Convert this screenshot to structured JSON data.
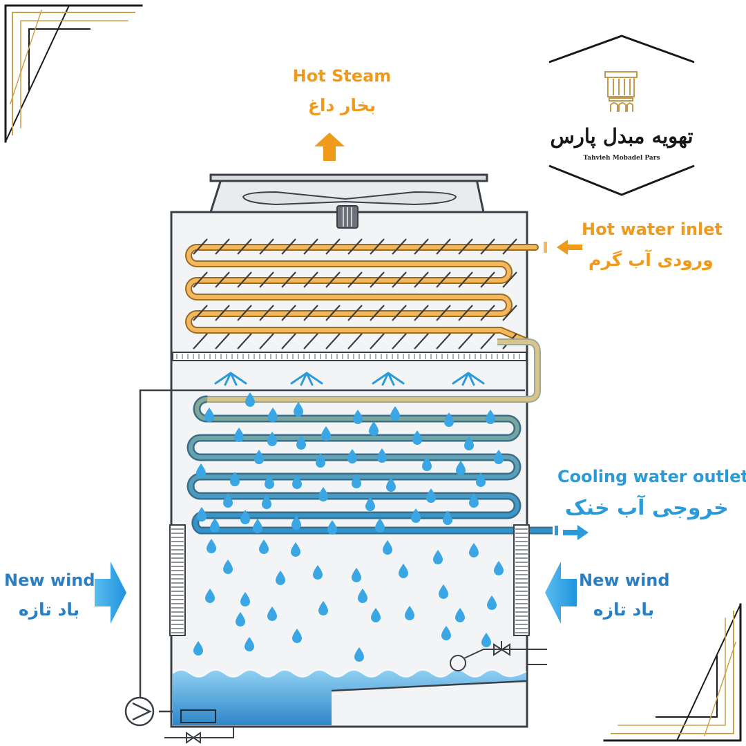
{
  "labels": {
    "hot_steam_en": "Hot Steam",
    "hot_steam_fa": "بخار داغ",
    "hot_water_inlet_en": "Hot water inlet",
    "hot_water_inlet_fa": "ورودی آب گرم",
    "cooling_water_outlet_en": "Cooling water outlet",
    "cooling_water_outlet_fa": "خروجی آب خنک",
    "new_wind_left_en": "New wind",
    "new_wind_left_fa": "باد تازه",
    "new_wind_right_en": "New wind",
    "new_wind_right_fa": "باد تازه"
  },
  "logo": {
    "name_fa": "تهویه مبدل پارس",
    "name_en": "Tahvieh Mobadel Pars"
  },
  "colors": {
    "hot": "#f09a1b",
    "cool": "#2b9ad8",
    "wind": "#2b7fc0",
    "frame_gold": "#c9a24a",
    "outline": "#3a3f47"
  }
}
